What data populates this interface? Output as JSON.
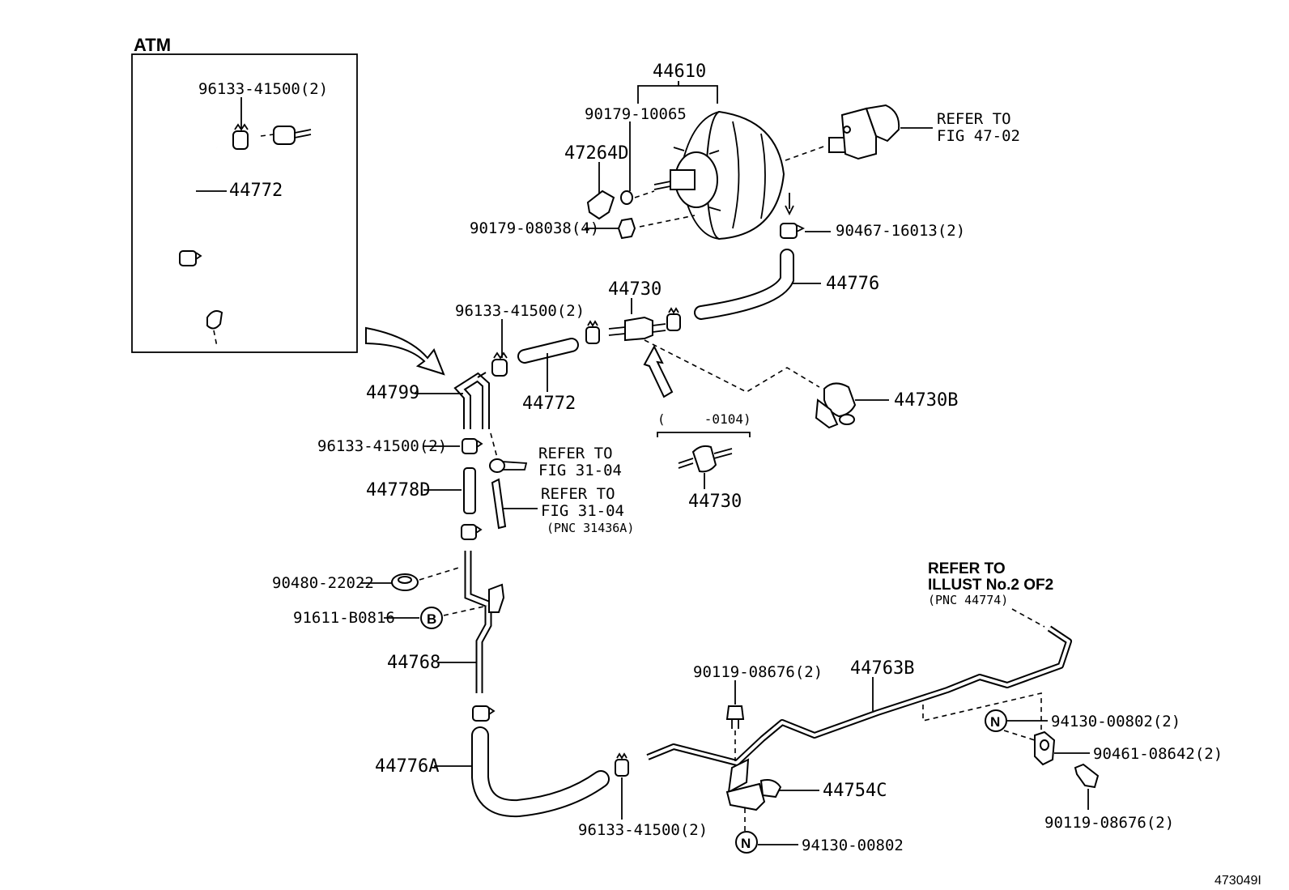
{
  "inset": {
    "title": "ATM",
    "labels": {
      "clamp": "96133-41500(2)",
      "hose": "44772"
    }
  },
  "labels": {
    "booster": "44610",
    "booster_nut": "90179-10065",
    "bracket": "47264D",
    "stud_nut": "90179-08038(4)",
    "refer_47_line1": "REFER TO",
    "refer_47_line2": "FIG 47-02",
    "hose_clamp_top": "90467-16013(2)",
    "hose_44776": "44776",
    "check_valve": "44730",
    "clamp_a": "96133-41500(2)",
    "hose_44772": "44772",
    "valve_holder": "44730B",
    "union_44799": "44799",
    "clamp_b": "96133-41500(2)",
    "refer_31_a_line1": "REFER TO",
    "refer_31_a_line2": "FIG 31-04",
    "hose_44778d": "44778D",
    "refer_31_b_line1": "REFER TO",
    "refer_31_b_line2": "FIG 31-04",
    "refer_31_b_line3": "(PNC 31436A)",
    "variant_range": "(     -0104)",
    "check_valve_variant": "44730",
    "grommet": "90480-22022",
    "bolt_b": "91611-B0816",
    "bolt_b_symbol": "B",
    "pipe_44768": "44768",
    "hose_44776a": "44776A",
    "clamp_bottom": "96133-41500(2)",
    "bolt_center": "90119-08676(2)",
    "pipe_44763b": "44763B",
    "refer_illust_line1": "REFER TO",
    "refer_illust_line2": "ILLUST No.2 OF2",
    "refer_illust_line3": "(PNC 44774)",
    "nut_right": "94130-00802(2)",
    "nut_symbol": "N",
    "clamp_right": "90461-08642(2)",
    "bolt_right": "90119-08676(2)",
    "bracket_44754c": "44754C",
    "nut_bottom": "94130-00802",
    "figure_id": "473049I"
  }
}
